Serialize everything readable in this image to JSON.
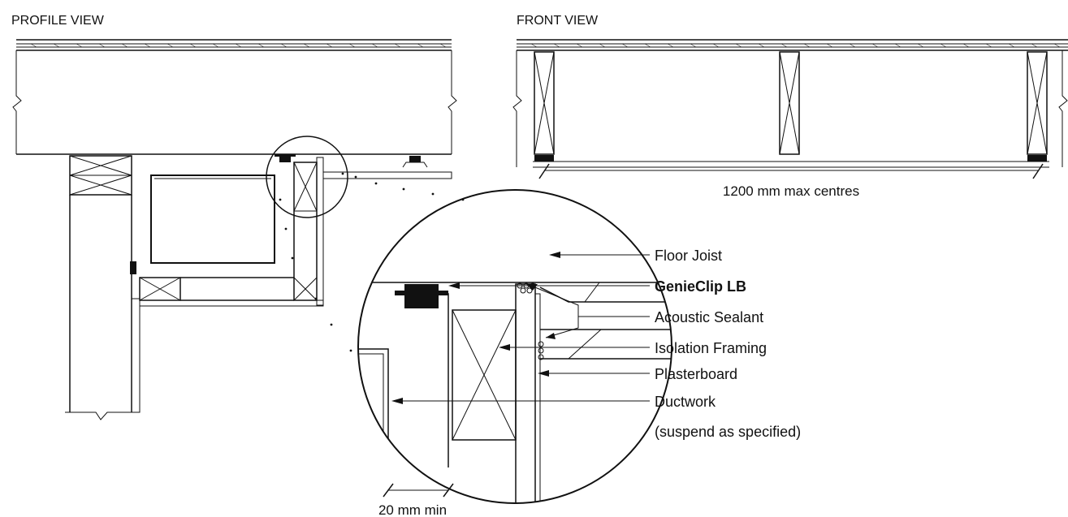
{
  "views": {
    "profile_title": "PROFILE VIEW",
    "front_title": "FRONT VIEW"
  },
  "front": {
    "spacing_label": "1200 mm max centres"
  },
  "detail": {
    "labels": [
      {
        "key": "floor-joist",
        "text": "Floor Joist",
        "bold": false
      },
      {
        "key": "genieclip-lb",
        "text": "GenieClip LB",
        "bold": true
      },
      {
        "key": "acoustic-sealant",
        "text": "Acoustic Sealant",
        "bold": false
      },
      {
        "key": "isolation-framing",
        "text": "Isolation Framing",
        "bold": false
      },
      {
        "key": "plasterboard",
        "text": "Plasterboard",
        "bold": false
      },
      {
        "key": "ductwork",
        "text": "Ductwork",
        "bold": false
      }
    ],
    "ductwork_note": "(suspend as specified)",
    "min_gap_label": "20 mm min"
  }
}
